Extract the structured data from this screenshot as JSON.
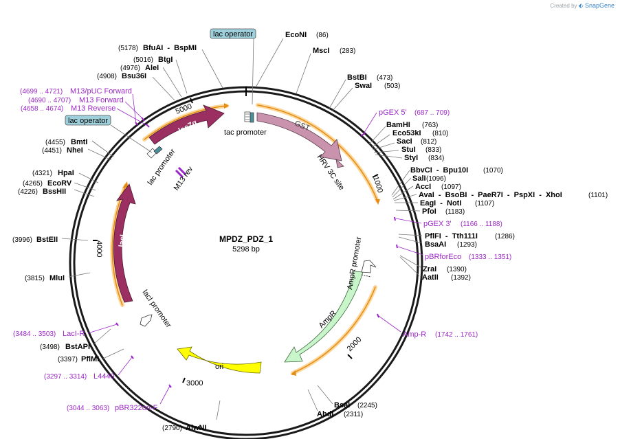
{
  "credit": {
    "prefix": "Created by",
    "brand": "SnapGene"
  },
  "plasmid": {
    "name": "MPDZ_PDZ_1",
    "length_label": "5298 bp"
  },
  "ticks": [
    "1000",
    "2000",
    "3000",
    "4000",
    "5000"
  ],
  "enzymes": [
    {
      "name": "EcoNI",
      "pos": "(86)"
    },
    {
      "name": "MscI",
      "pos": "(283)"
    },
    {
      "name": "BstBI",
      "pos": "(473)"
    },
    {
      "name": "SwaI",
      "pos": "(503)"
    },
    {
      "name": "BamHI",
      "pos": "(763)"
    },
    {
      "name": "Eco53kI",
      "pos": "(810)"
    },
    {
      "name": "SacI",
      "pos": "(812)"
    },
    {
      "name": "StuI",
      "pos": "(833)"
    },
    {
      "name": "StyI",
      "pos": "(834)"
    },
    {
      "name": "BbvCI - Bpu10I",
      "pos": "(1070)"
    },
    {
      "name": "SalI",
      "pos": "(1096)"
    },
    {
      "name": "AccI",
      "pos": "(1097)"
    },
    {
      "name": "AvaI - BsoBI - PaeR7I - PspXI - XhoI",
      "pos": "(1101)"
    },
    {
      "name": "EagI - NotI",
      "pos": "(1107)"
    },
    {
      "name": "PfoI",
      "pos": "(1183)"
    },
    {
      "name": "PflFI - Tth111I",
      "pos": "(1286)"
    },
    {
      "name": "BsaAI",
      "pos": "(1293)"
    },
    {
      "name": "ZraI",
      "pos": "(1390)"
    },
    {
      "name": "AatII",
      "pos": "(1392)"
    },
    {
      "name": "BsaI",
      "pos": "(2245)"
    },
    {
      "name": "AhdI",
      "pos": "(2311)"
    },
    {
      "name": "AlwNI",
      "pos": "(2790)"
    },
    {
      "name": "PflMI",
      "pos": "(3397)"
    },
    {
      "name": "BstAPI",
      "pos": "(3498)"
    },
    {
      "name": "MluI",
      "pos": "(3815)"
    },
    {
      "name": "BstEII",
      "pos": "(3996)"
    },
    {
      "name": "BssHII",
      "pos": "(4226)"
    },
    {
      "name": "EcoRV",
      "pos": "(4265)"
    },
    {
      "name": "HpaI",
      "pos": "(4321)"
    },
    {
      "name": "NheI",
      "pos": "(4451)"
    },
    {
      "name": "BmtI",
      "pos": "(4455)"
    },
    {
      "name": "Bsu36I",
      "pos": "(4908)"
    },
    {
      "name": "AleI",
      "pos": "(4976)"
    },
    {
      "name": "BtgI",
      "pos": "(5016)"
    },
    {
      "name": "BfuAI - BspMI",
      "pos": "(5178)"
    }
  ],
  "primers": [
    {
      "name": "pGEX 5'",
      "pos": "(687 .. 709)"
    },
    {
      "name": "pGEX 3'",
      "pos": "(1166 .. 1188)"
    },
    {
      "name": "pBRforEco",
      "pos": "(1333 .. 1351)"
    },
    {
      "name": "Amp-R",
      "pos": "(1742 .. 1761)"
    },
    {
      "name": "LacI-R",
      "pos": "(3484 .. 3503)"
    },
    {
      "name": "L4440",
      "pos": "(3297 .. 3314)"
    },
    {
      "name": "pBR322ori-F",
      "pos": "(3044 .. 3063)"
    },
    {
      "name": "M13/pUC Forward",
      "pos": "(4699 .. 4721)"
    },
    {
      "name": "M13 Forward",
      "pos": "(4690 .. 4707)"
    },
    {
      "name": "M13 Reverse",
      "pos": "(4658 .. 4674)"
    }
  ],
  "features": {
    "gst": "GST",
    "hrv": "HRV 3C site",
    "ampr": "AmpR",
    "ampr_promoter": "AmpR promoter",
    "ori": "ori",
    "laci": "lacI",
    "laci_promoter": "lacI promoter",
    "laczalpha": "lacZα",
    "lac_promoter": "lac promoter",
    "m13rev": "M13 rev",
    "tac_promoter": "tac promoter",
    "lac_operator_1": "lac operator",
    "lac_operator_2": "lac operator"
  },
  "colors": {
    "gst": "#c993ad",
    "ampr": "#c8f5c9",
    "ori": "#ffff00",
    "laci": "#9b2f62",
    "lacz": "#9b2f62",
    "orf": "#f2a93b",
    "primer": "#9b26c7",
    "operator": "#9ed0dc"
  }
}
